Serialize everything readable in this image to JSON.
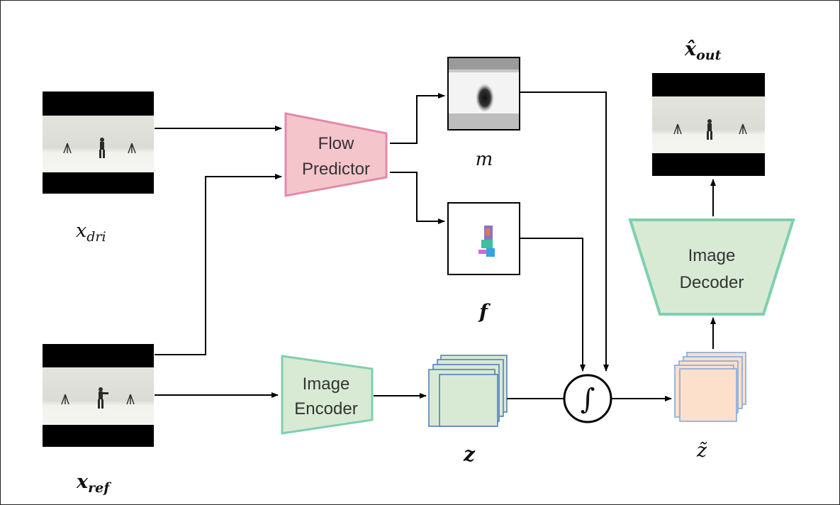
{
  "modules": {
    "flow_predictor": {
      "line1": "Flow",
      "line2": "Predictor",
      "fill": "#f4c6cc",
      "stroke": "#e28aa6"
    },
    "image_encoder": {
      "line1": "Image",
      "line2": "Encoder",
      "fill": "#d8ead4",
      "stroke": "#7fcfae"
    },
    "image_decoder": {
      "line1": "Image",
      "line2": "Decoder",
      "fill": "#d8ead4",
      "stroke": "#7fcfae"
    }
  },
  "labels": {
    "x_dri_base": "x",
    "x_dri_sub": "dri",
    "x_ref_base": "x",
    "x_ref_sub": "ref",
    "m": "m",
    "f": "f",
    "z": "z",
    "z_tilde": "z̃",
    "x_out_base": "x̂",
    "x_out_sub": "out"
  },
  "icons": {
    "integral_symbol": "∫"
  },
  "feature_stacks": {
    "z": {
      "fill": "#d8ead4",
      "stroke": "#4a78b8"
    },
    "z_tilde": {
      "fill": "#fde0cc",
      "stroke": "#7aa6dc"
    }
  }
}
